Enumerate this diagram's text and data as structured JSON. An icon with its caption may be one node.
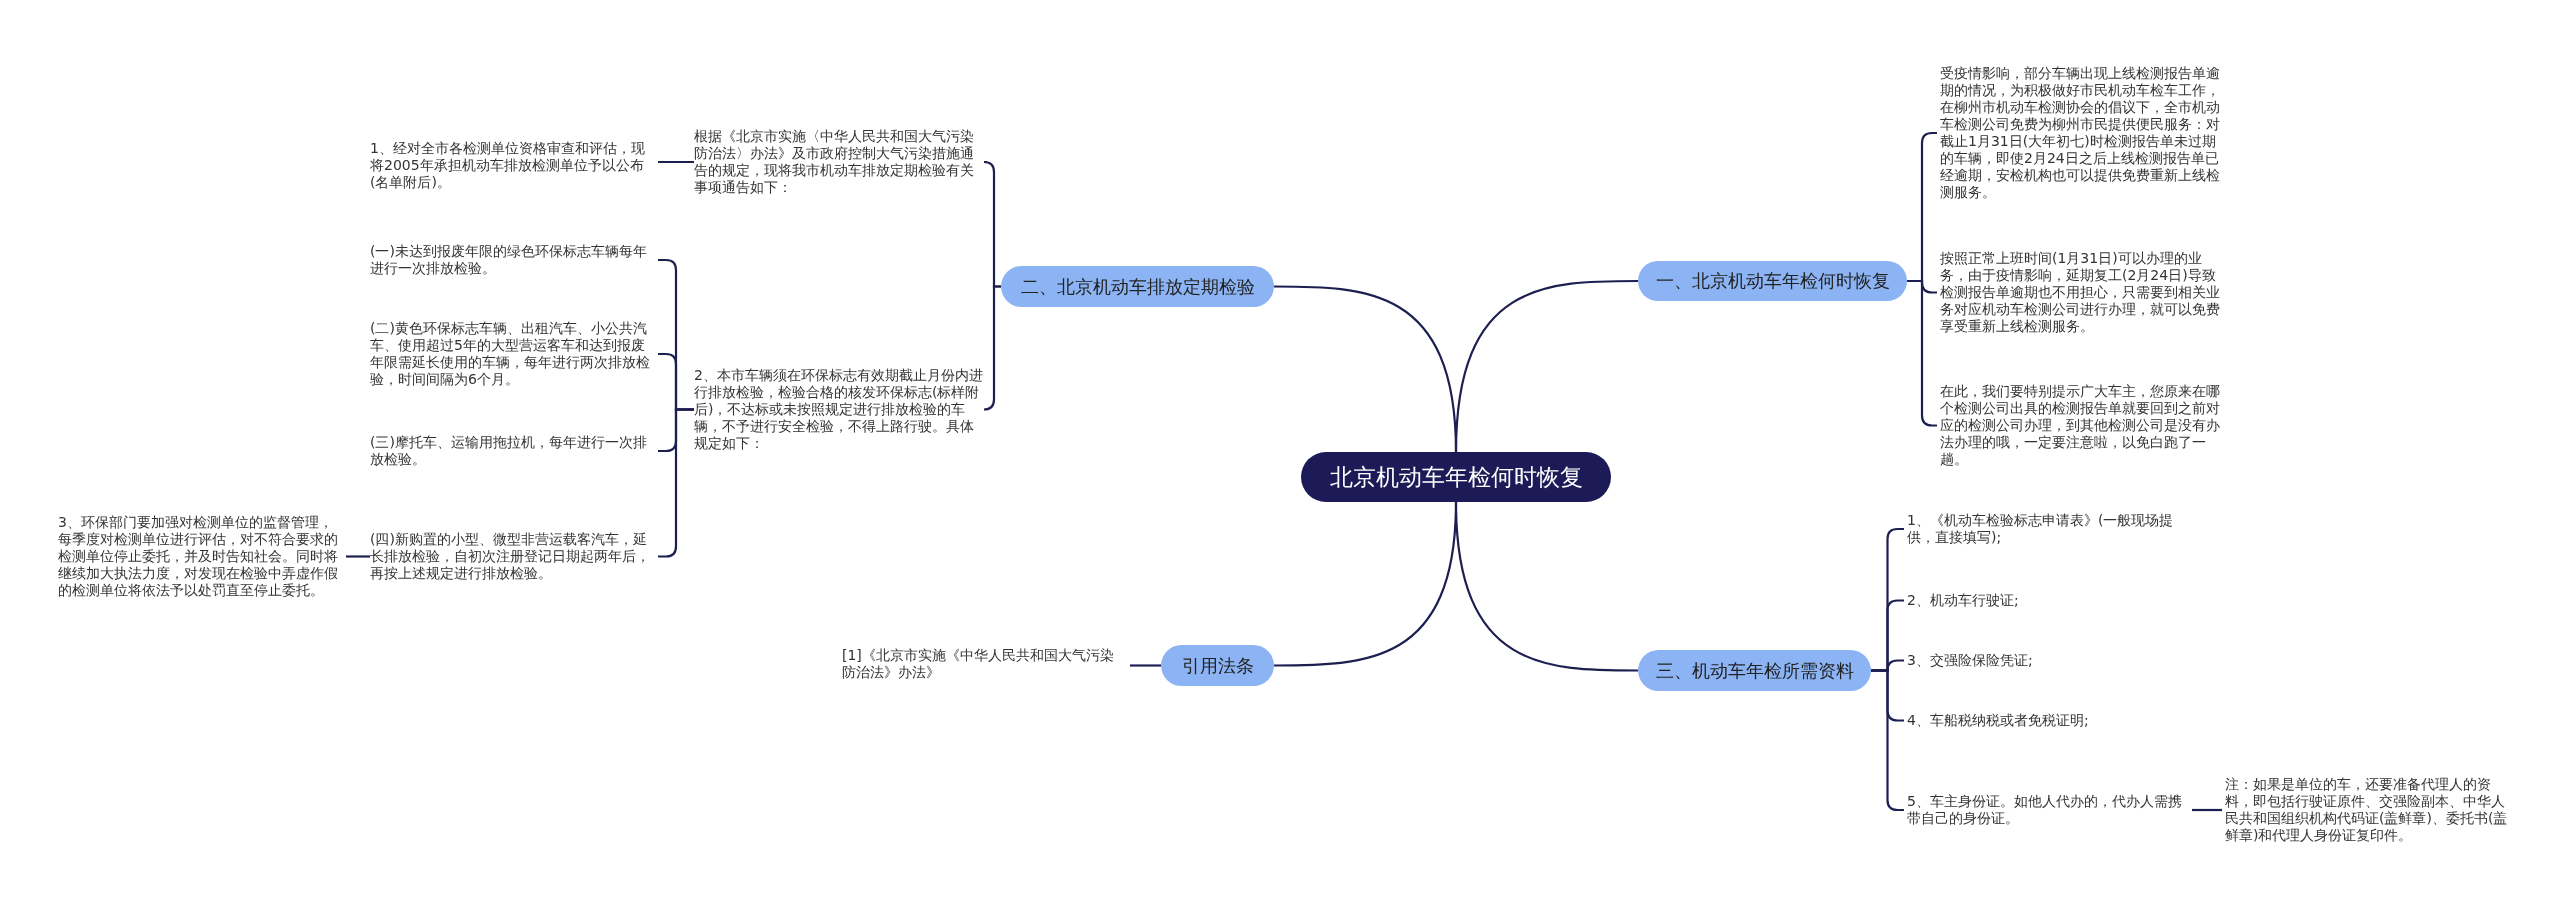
{
  "diagram": {
    "nodes": [
      {
        "text": [
          "北京机动车年检何时恢复"
        ]
      },
      {
        "text": [
          "一、北京机动车年检何时恢复"
        ]
      },
      {
        "text": [
          "受疫情影响，部分车辆出现上线检测报告单逾期的情况，为积极做好市民机动车检车工作，在柳州市机动车检测协会的倡议下，全市机动车检测公司免费为柳州市民提供便民服务：对截止1月31日(大年初七)时检测报告单未过期的车辆，即使2月24日之后上线检测报告单已经逾期，安检机构也可以提供免费重新上线检测服务。"
        ]
      },
      {
        "text": [
          "按照正常上班时间(1月31日)可以办理的业务，由于疫情影响，延期复工(2月24日)导致检测报告单逾期也不用担心，只需要到相关业务对应机动车检测公司进行办理，就可以免费享受重新上线检测服务。"
        ]
      },
      {
        "text": [
          "在此，我们要特别提示广大车主，您原来在哪个检测公司出具的检测报告单就要回到之前对应的检测公司办理，到其他检测公司是没有办法办理的哦，一定要注意啦，以免白跑了一趟。"
        ]
      },
      {
        "text": [
          "二、北京机动车排放定期检验"
        ]
      },
      {
        "text": [
          "根据《北京市实施〈中华人民共和国大气污染防治法〉办法》及市政府控制大气污染措施通告的规定，现将我市机动车排放定期检验有关事项通告如下："
        ]
      },
      {
        "text": [
          "2、本市车辆须在环保标志有效期截止月份内进行排放检验，检验合格的核发环保标志(标样附后)，不达标或未按照规定进行排放检验的车辆，不予进行安全检验，不得上路行驶。具体规定如下："
        ]
      },
      {
        "text": [
          "1、经对全市各检测单位资格审查和评估，现将2005年承担机动车排放检测单位予以公布(名单附后)。"
        ]
      },
      {
        "text": [
          "(一)未达到报废年限的绿色环保标志车辆每年进行一次排放检验。"
        ]
      },
      {
        "text": [
          "(二)黄色环保标志车辆、出租汽车、小公共汽车、使用超过5年的大型营运客车和达到报废年限需延长使用的车辆，每年进行两次排放检验，时间间隔为6个月。"
        ]
      },
      {
        "text": [
          "(三)摩托车、运输用拖拉机，每年进行一次排放检验。"
        ]
      },
      {
        "text": [
          "(四)新购置的小型、微型非营运载客汽车，延长排放检验，自初次注册登记日期起两年后，再按上述规定进行排放检验。"
        ]
      },
      {
        "text": [
          "3、环保部门要加强对检测单位的监督管理，每季度对检测单位进行评估，对不符合要求的检测单位停止委托，并及时告知社会。同时将继续加大执法力度，对发现在检验中弄虚作假的检测单位将依法予以处罚直至停止委托。"
        ]
      },
      {
        "text": [
          "引用法条"
        ]
      },
      {
        "text": [
          "[1]《北京市实施《中华人民共和国大气污染防治法》办法》"
        ]
      },
      {
        "text": [
          "三、机动车年检所需资料"
        ]
      },
      {
        "text": [
          "1、《机动车检验标志申请表》(一般现场提供，直接填写);"
        ]
      },
      {
        "text": [
          "2、机动车行驶证;"
        ]
      },
      {
        "text": [
          "3、交强险保险凭证;"
        ]
      },
      {
        "text": [
          "4、车船税纳税或者免税证明;"
        ]
      },
      {
        "text": [
          "5、车主身份证。如他人代办的，代办人需携带自己的身份证。"
        ]
      },
      {
        "text": [
          "注：如果是单位的车，还要准备代理人的资料，即包括行驶证原件、交强险副本、中华人民共和国组织机构代码证(盖鲜章)、委托书(盖鲜章)和代理人身份证复印件。"
        ]
      }
    ],
    "edges": [
      {
        "from": 0,
        "to": 1,
        "arrow": "none"
      },
      {
        "from": 1,
        "to": 2,
        "arrow": "none"
      },
      {
        "from": 1,
        "to": 3,
        "arrow": "none"
      },
      {
        "from": 1,
        "to": 4,
        "arrow": "none"
      },
      {
        "from": 0,
        "to": 5,
        "arrow": "none"
      },
      {
        "from": 5,
        "to": 6,
        "arrow": "none"
      },
      {
        "from": 5,
        "to": 7,
        "arrow": "none"
      },
      {
        "from": 6,
        "to": 8,
        "arrow": "none"
      },
      {
        "from": 7,
        "to": 9,
        "arrow": "none"
      },
      {
        "from": 7,
        "to": 10,
        "arrow": "none"
      },
      {
        "from": 7,
        "to": 11,
        "arrow": "none"
      },
      {
        "from": 7,
        "to": 12,
        "arrow": "none"
      },
      {
        "from": 12,
        "to": 13,
        "arrow": "none"
      },
      {
        "from": 0,
        "to": 14,
        "arrow": "none"
      },
      {
        "from": 14,
        "to": 15,
        "arrow": "none"
      },
      {
        "from": 0,
        "to": 16,
        "arrow": "none"
      },
      {
        "from": 16,
        "to": 17,
        "arrow": "none"
      },
      {
        "from": 16,
        "to": 18,
        "arrow": "none"
      },
      {
        "from": 16,
        "to": 19,
        "arrow": "none"
      },
      {
        "from": 16,
        "to": 20,
        "arrow": "none"
      },
      {
        "from": 16,
        "to": 21,
        "arrow": "none"
      },
      {
        "from": 21,
        "to": 22,
        "arrow": "none"
      }
    ]
  }
}
